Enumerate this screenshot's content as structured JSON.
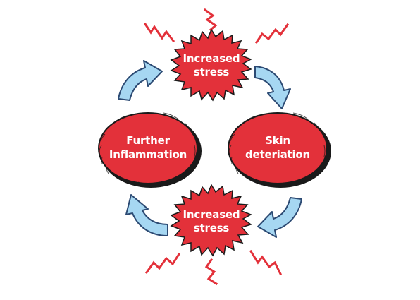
{
  "nodes": {
    "top": {
      "line1": "Increased",
      "line2": "stress"
    },
    "left": {
      "line1": "Further",
      "line2": "Inflammation"
    },
    "right": {
      "line1": "Skin",
      "line2": "deteriation"
    },
    "bottom": {
      "line1": "Increased",
      "line2": "stress"
    }
  },
  "colors": {
    "node_fill": "#e3313a",
    "node_outline": "#1a1a1a",
    "arrow_fill": "#a6d7f2",
    "arrow_outline": "#2c4a73",
    "zigzag": "#e3313a",
    "label_text": "#ffffff"
  },
  "icons": {
    "arrows": "curved-arrow",
    "bursts": "lightning-zigzag"
  }
}
